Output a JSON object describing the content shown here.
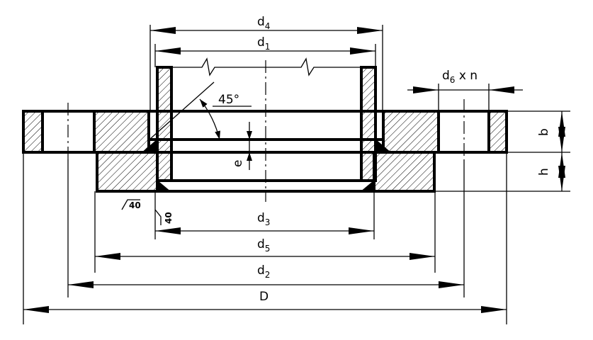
{
  "dimensions": {
    "D": {
      "main": "D",
      "sub": ""
    },
    "d1": {
      "main": "d",
      "sub": "1"
    },
    "d2": {
      "main": "d",
      "sub": "2"
    },
    "d3": {
      "main": "d",
      "sub": "3"
    },
    "d4": {
      "main": "d",
      "sub": "4"
    },
    "d5": {
      "main": "d",
      "sub": "5"
    },
    "d6": {
      "main": "d",
      "sub": "6",
      "suffix": " x n"
    },
    "b": {
      "main": "b"
    },
    "h": {
      "main": "h"
    },
    "e": {
      "main": "e"
    }
  },
  "angle": {
    "label": "45°"
  },
  "welds": {
    "left": "40",
    "inner": "40"
  }
}
